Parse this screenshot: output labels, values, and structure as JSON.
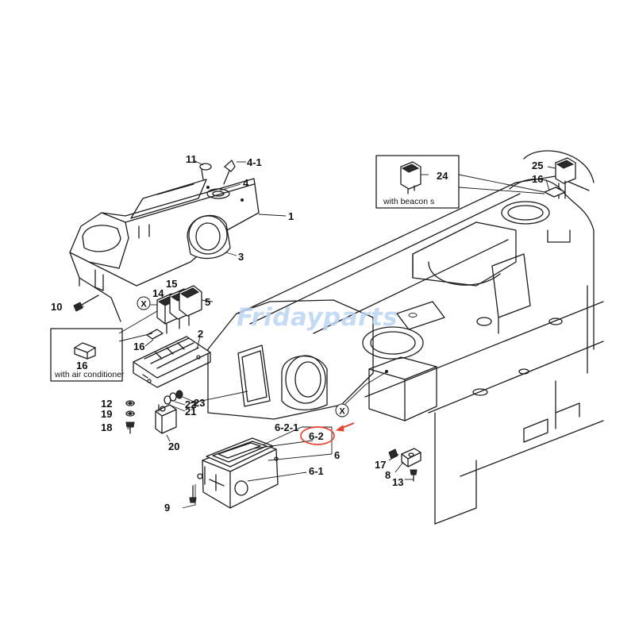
{
  "labels": {
    "p1": "1",
    "p2": "2",
    "p3": "3",
    "p4": "4",
    "p4_1": "4-1",
    "p5": "5",
    "p6": "6",
    "p6_1": "6-1",
    "p6_2": "6-2",
    "p6_2_1": "6-2-1",
    "p8": "8",
    "p9": "9",
    "p10": "10",
    "p11": "11",
    "p12": "12",
    "p13": "13",
    "p14": "14",
    "p15": "15",
    "p16a": "16",
    "p16b": "16",
    "p16c": "16",
    "p17": "17",
    "p18": "18",
    "p19": "19",
    "p20": "20",
    "p21": "21",
    "p22": "22",
    "p23": "23",
    "p24": "24",
    "p25": "25",
    "markX1": "X",
    "markX2": "X"
  },
  "captions": {
    "air_conditioner": "with air conditioner",
    "beacon": "with beacon s"
  },
  "watermark": "Fridayparts",
  "colors": {
    "highlight": "#e8432d",
    "watermark": "#bcd5f1",
    "lines": "#1c1c1c"
  }
}
